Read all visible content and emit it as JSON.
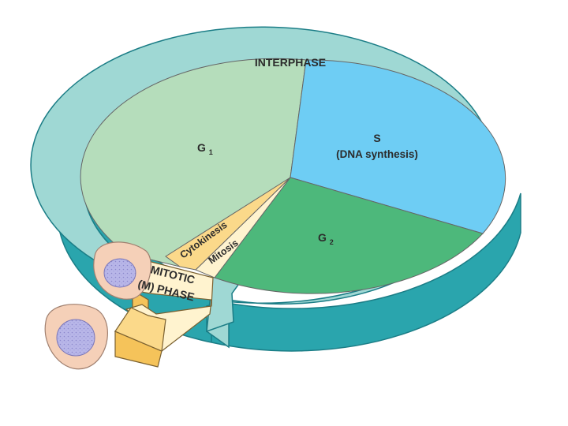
{
  "diagram": {
    "title": "INTERPHASE",
    "phases": {
      "g1": {
        "label": "G",
        "subscript": "1"
      },
      "s": {
        "label": "S",
        "sublabel": "(DNA synthesis)"
      },
      "g2": {
        "label": "G",
        "subscript": "2"
      },
      "cytokinesis": {
        "label": "Cytokinesis"
      },
      "mitosis": {
        "label": "Mitosis"
      },
      "mitotic": {
        "line1": "MITOTIC",
        "line2": "(M) PHASE"
      }
    },
    "colors": {
      "ring": "#9fd8d4",
      "ring_side": "#2aa5ad",
      "g1": "#b5ddbb",
      "s": "#6ecdf4",
      "g2": "#4db87b",
      "mitotic": "#fbd98a",
      "mitotic_light": "#fff3cf",
      "cell": "#f5d0b8",
      "nucleus": "#b3b3e6"
    }
  }
}
